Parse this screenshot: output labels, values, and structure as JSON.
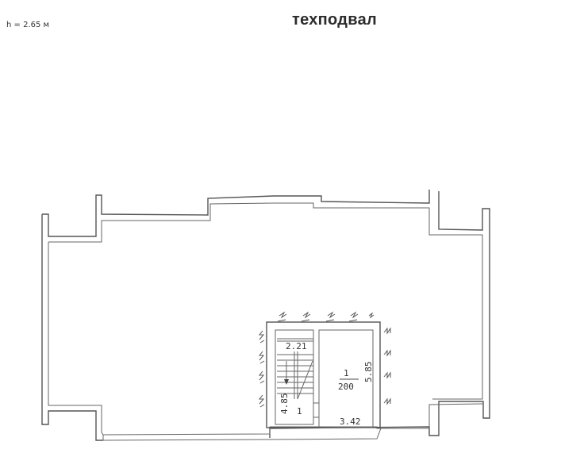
{
  "header": {
    "height_label": "h = 2.65 м",
    "title": "техподвал"
  },
  "plan": {
    "stair_room": {
      "width_label": "2.21",
      "length_label": "4.85",
      "number": "1"
    },
    "main_room": {
      "number": "1",
      "area_code": "200",
      "length_label": "5.85",
      "width_label": "3.42"
    }
  },
  "colors": {
    "line": "#555555",
    "text": "#2b2b2b",
    "background": "#ffffff"
  }
}
